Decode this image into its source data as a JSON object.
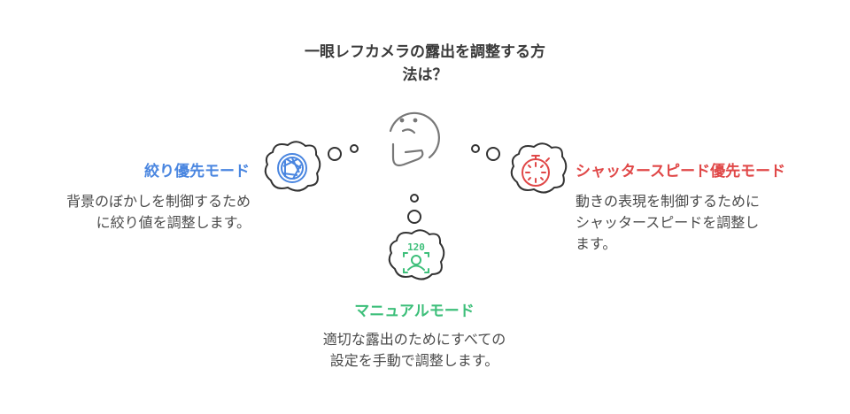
{
  "title": {
    "line1": "一眼レフカメラの露出を調整する方",
    "line2": "法は？"
  },
  "colors": {
    "aperture": "#4a86e0",
    "shutter": "#e04848",
    "manual": "#3dbf7a",
    "outline": "#333333",
    "face": "#777777"
  },
  "aperture": {
    "heading": "絞り優先モード",
    "desc1": "背景のぼかしを制御するため",
    "desc2": "に絞り値を調整します。",
    "icon": "aperture-icon"
  },
  "shutter": {
    "heading": "シャッタースピード優先モード",
    "desc1": "動きの表現を制御するために",
    "desc2": "シャッタースピードを調整し",
    "desc3": "ます。",
    "icon": "stopwatch-icon"
  },
  "manual": {
    "heading": "マニュアルモード",
    "desc1": "適切な露出のためにすべての",
    "desc2": "設定を手動で調整します。",
    "icon_text": "120",
    "icon": "exposure-face-icon"
  }
}
